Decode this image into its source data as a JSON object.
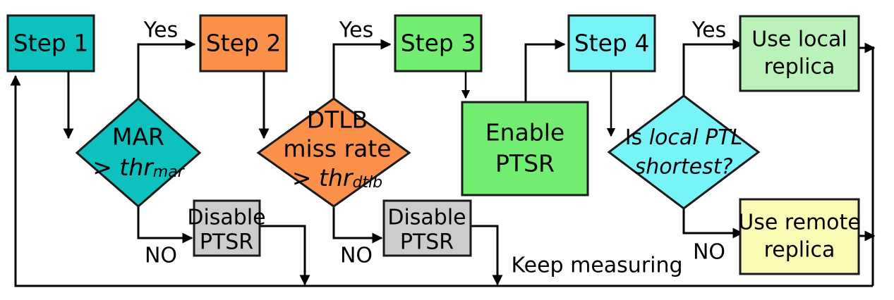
{
  "diagram": {
    "title": "PTSR adaptive decision flowchart",
    "type": "flowchart",
    "background": "#ffffff",
    "stroke_color": "#1a1a1a",
    "text_color": "#000000"
  },
  "colors": {
    "teal": "#0DC1BE",
    "orange": "#FA9049",
    "green": "#72ED72",
    "cyan": "#78F3F8",
    "light_green": "#BAF2BA",
    "light_yellow": "#FAFAB4",
    "gray": "#CCCCCC"
  },
  "nodes": {
    "step1": {
      "label": "Step 1",
      "shape": "rect",
      "color": "#0DC1BE"
    },
    "step2": {
      "label": "Step 2",
      "shape": "rect",
      "color": "#FA9049"
    },
    "step3": {
      "label": "Step 3",
      "shape": "rect",
      "color": "#72ED72"
    },
    "step4": {
      "label": "Step 4",
      "shape": "rect",
      "color": "#78F3F8"
    },
    "mar_decision": {
      "shape": "diamond",
      "color": "#0DC1BE",
      "line1": "MAR",
      "line2_op": "> ",
      "line2_var": "thr",
      "line2_sub": "mar"
    },
    "dtlb_decision": {
      "shape": "diamond",
      "color": "#FA9049",
      "line1": "DTLB",
      "line2": "miss rate",
      "line3_op": "> ",
      "line3_var": "thr",
      "line3_sub": "dtlb"
    },
    "ptl_decision": {
      "shape": "diamond",
      "color": "#78F3F8",
      "line1_plain": "Is ",
      "line1_ital": "local PTL",
      "line2_ital": "shortest?"
    },
    "enable_ptsr": {
      "line1": "Enable",
      "line2": "PTSR",
      "shape": "rect",
      "color": "#72ED72"
    },
    "disable_ptsr_1": {
      "line1": "Disable",
      "line2": "PTSR",
      "shape": "rect",
      "color": "#CCCCCC"
    },
    "disable_ptsr_2": {
      "line1": "Disable",
      "line2": "PTSR",
      "shape": "rect",
      "color": "#CCCCCC"
    },
    "use_local_replica": {
      "line1": "Use local",
      "line2": "replica",
      "shape": "rect",
      "color": "#BAF2BA"
    },
    "use_remote_replica": {
      "line1": "Use remote",
      "line2": "replica",
      "shape": "rect",
      "color": "#FAFAB4"
    }
  },
  "edge_labels": {
    "yes_mar": "Yes",
    "no_mar": "NO",
    "yes_dtlb": "Yes",
    "no_dtlb": "NO",
    "yes_ptl": "Yes",
    "no_ptl": "NO",
    "keep_measuring": "Keep measuring"
  }
}
